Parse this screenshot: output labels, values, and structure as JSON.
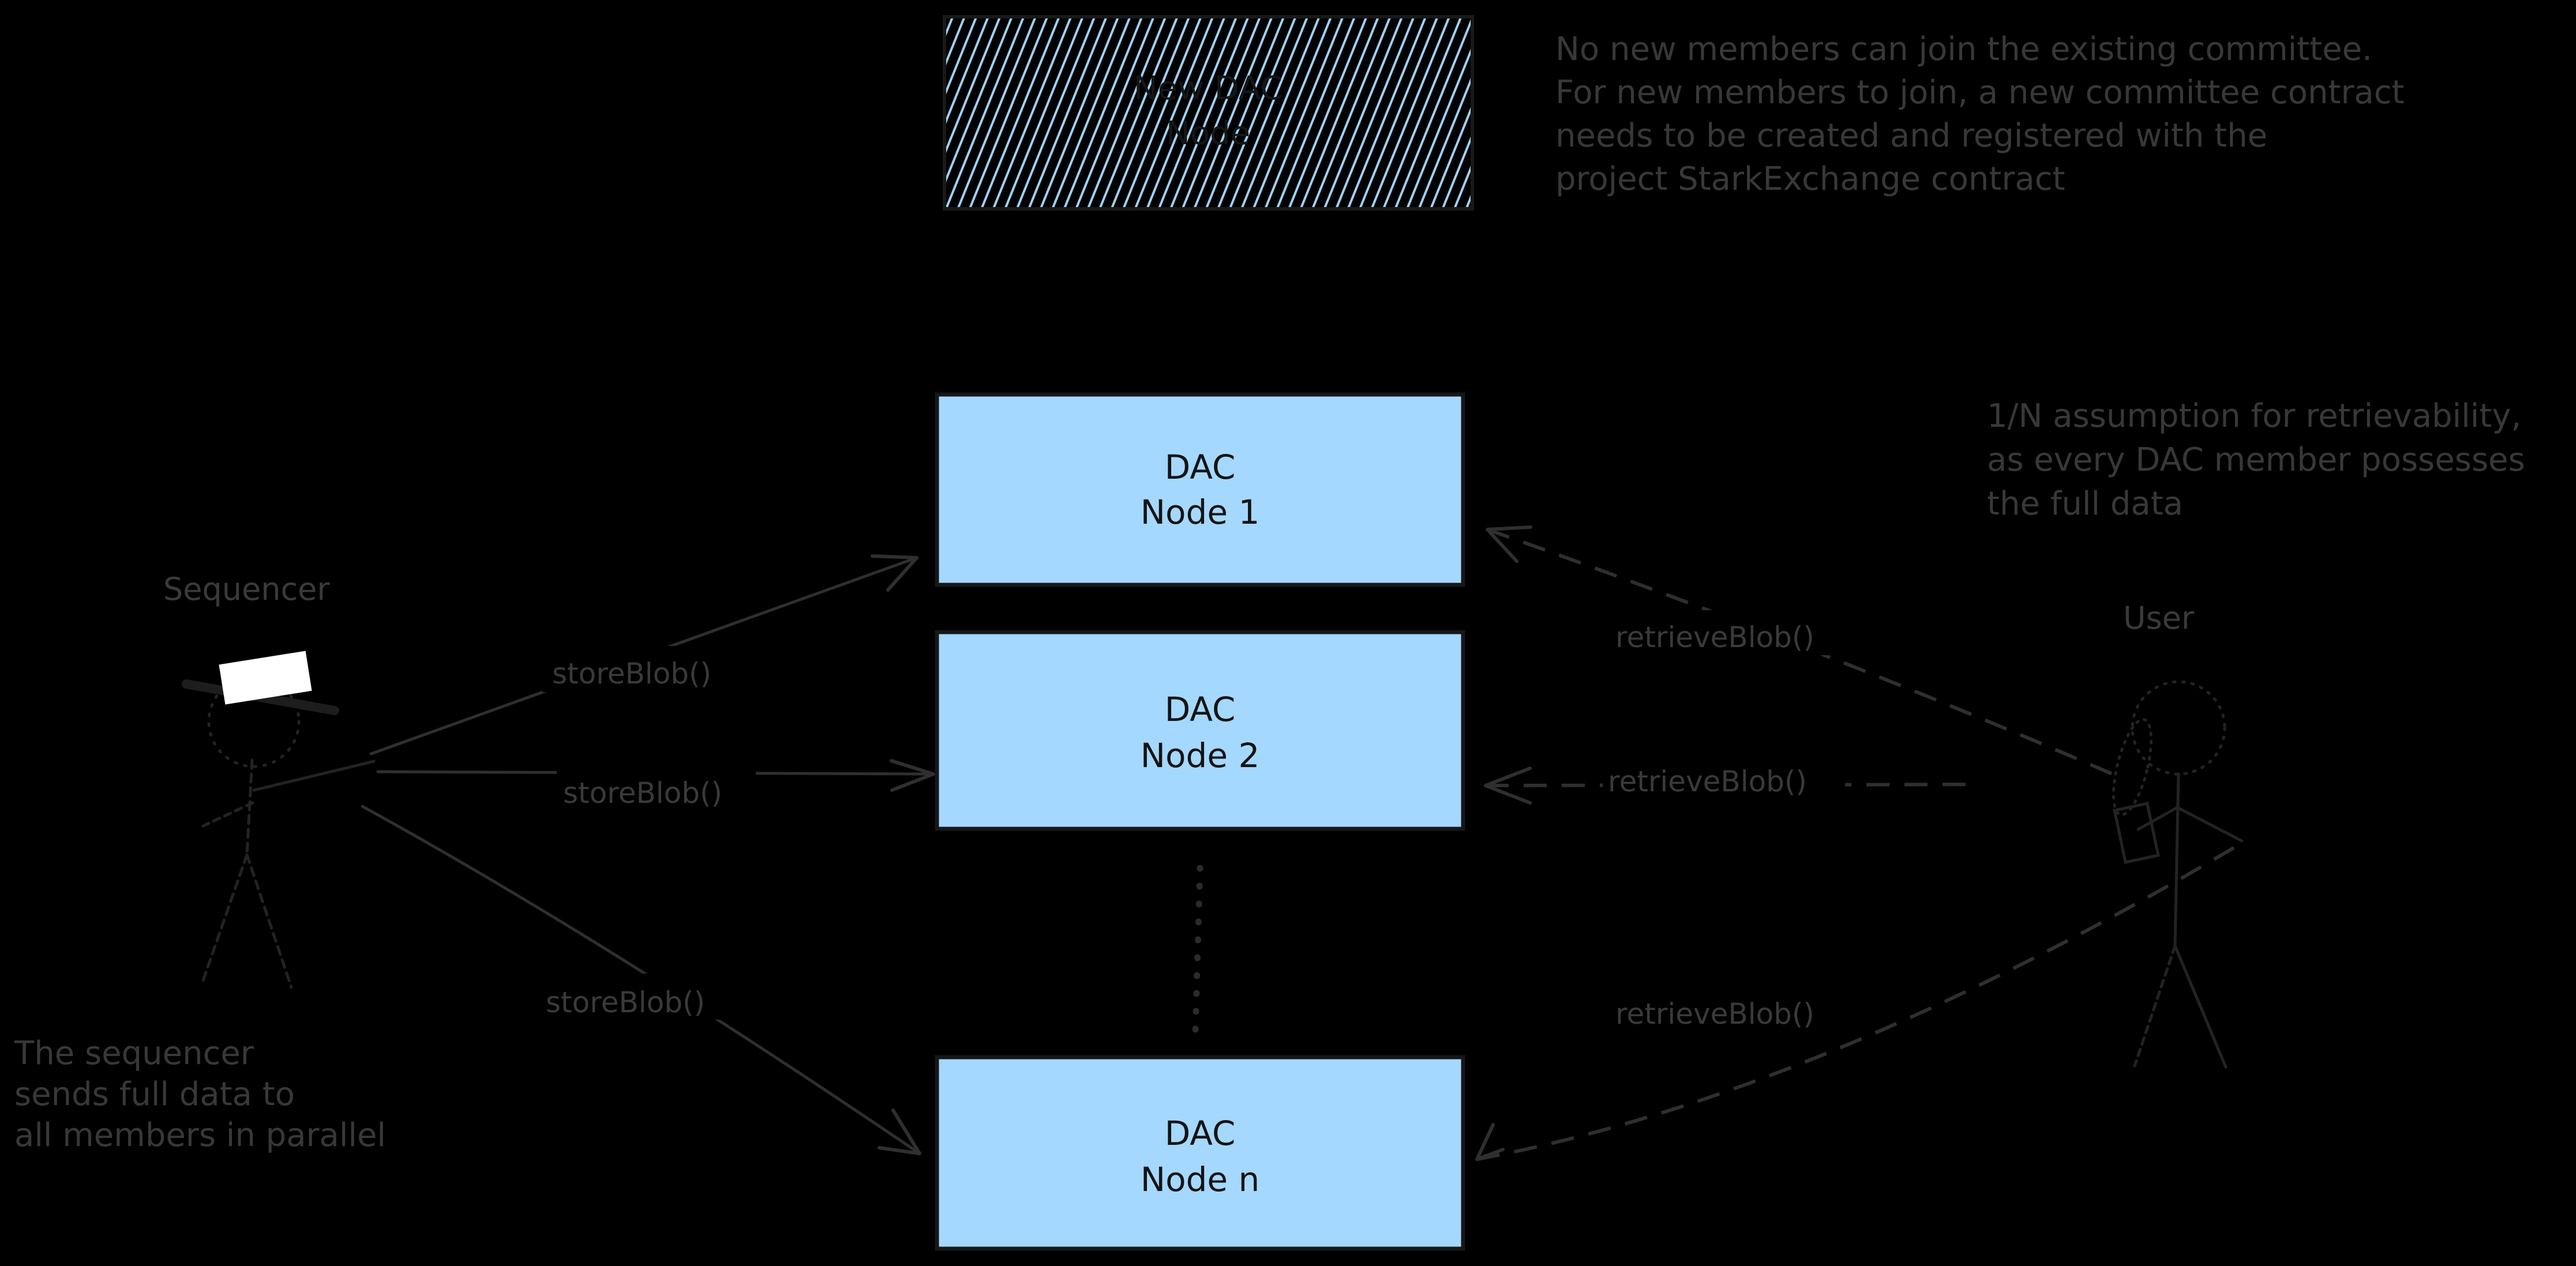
{
  "diagram": {
    "background": "#000000",
    "accent_blue": "#a5d8ff",
    "box_border": "#171717",
    "dim_text": "#383838"
  },
  "boxes": {
    "new_dac": {
      "line1": "New DAC",
      "line2": "Node"
    },
    "node1": {
      "line1": "DAC",
      "line2": "Node 1"
    },
    "node2": {
      "line1": "DAC",
      "line2": "Node 2"
    },
    "node_n": {
      "line1": "DAC",
      "line2": "Node n"
    }
  },
  "actors": {
    "sequencer": "Sequencer",
    "user": "User"
  },
  "edges": {
    "store": "storeBlob()",
    "retrieve": "retrieveBlob()"
  },
  "notes": {
    "committee": {
      "lines": [
        "No new members can join the existing committee.",
        "For new members to join, a new committee contract",
        "needs to be created and registered with the",
        "project StarkExchange contract"
      ]
    },
    "retrievability": {
      "lines": [
        "1/N assumption for retrievability,",
        "as every DAC member possesses",
        "the full data"
      ]
    },
    "parallel": {
      "lines": [
        "The sequencer",
        "sends full data to",
        "all members in parallel"
      ]
    }
  }
}
